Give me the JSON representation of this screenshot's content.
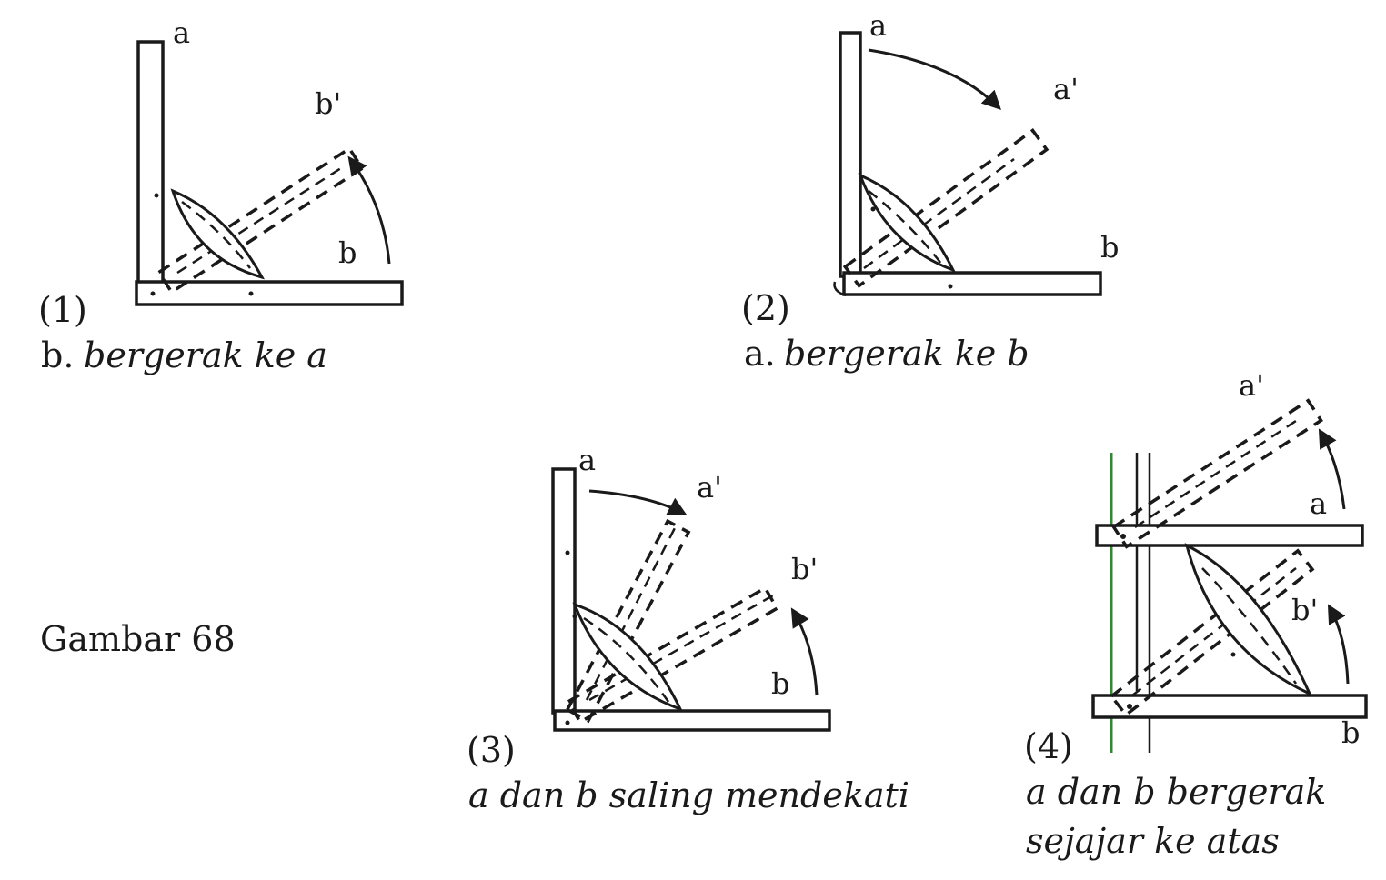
{
  "figure": {
    "title": "Gambar 68"
  },
  "panels": [
    {
      "number": "(1)",
      "caption_prefix": "b.",
      "caption": "bergerak ke a",
      "labels": {
        "a": "a",
        "b": "b",
        "b_prime": "b'"
      }
    },
    {
      "number": "(2)",
      "caption_prefix": "a.",
      "caption": "bergerak ke b",
      "labels": {
        "a": "a",
        "a_prime": "a'",
        "b": "b"
      }
    },
    {
      "number": "(3)",
      "caption": "a dan b saling mendekati",
      "labels": {
        "a": "a",
        "a_prime": "a'",
        "b": "b",
        "b_prime": "b'"
      }
    },
    {
      "number": "(4)",
      "caption_line1": "a dan b bergerak",
      "caption_line2": "sejajar ke atas",
      "labels": {
        "a": "a",
        "a_prime": "a'",
        "b": "b",
        "b_prime": "b'"
      }
    }
  ],
  "colors": {
    "ink": "#1a1a1a",
    "paper": "#ffffff",
    "guide": "#2e8b2e"
  }
}
